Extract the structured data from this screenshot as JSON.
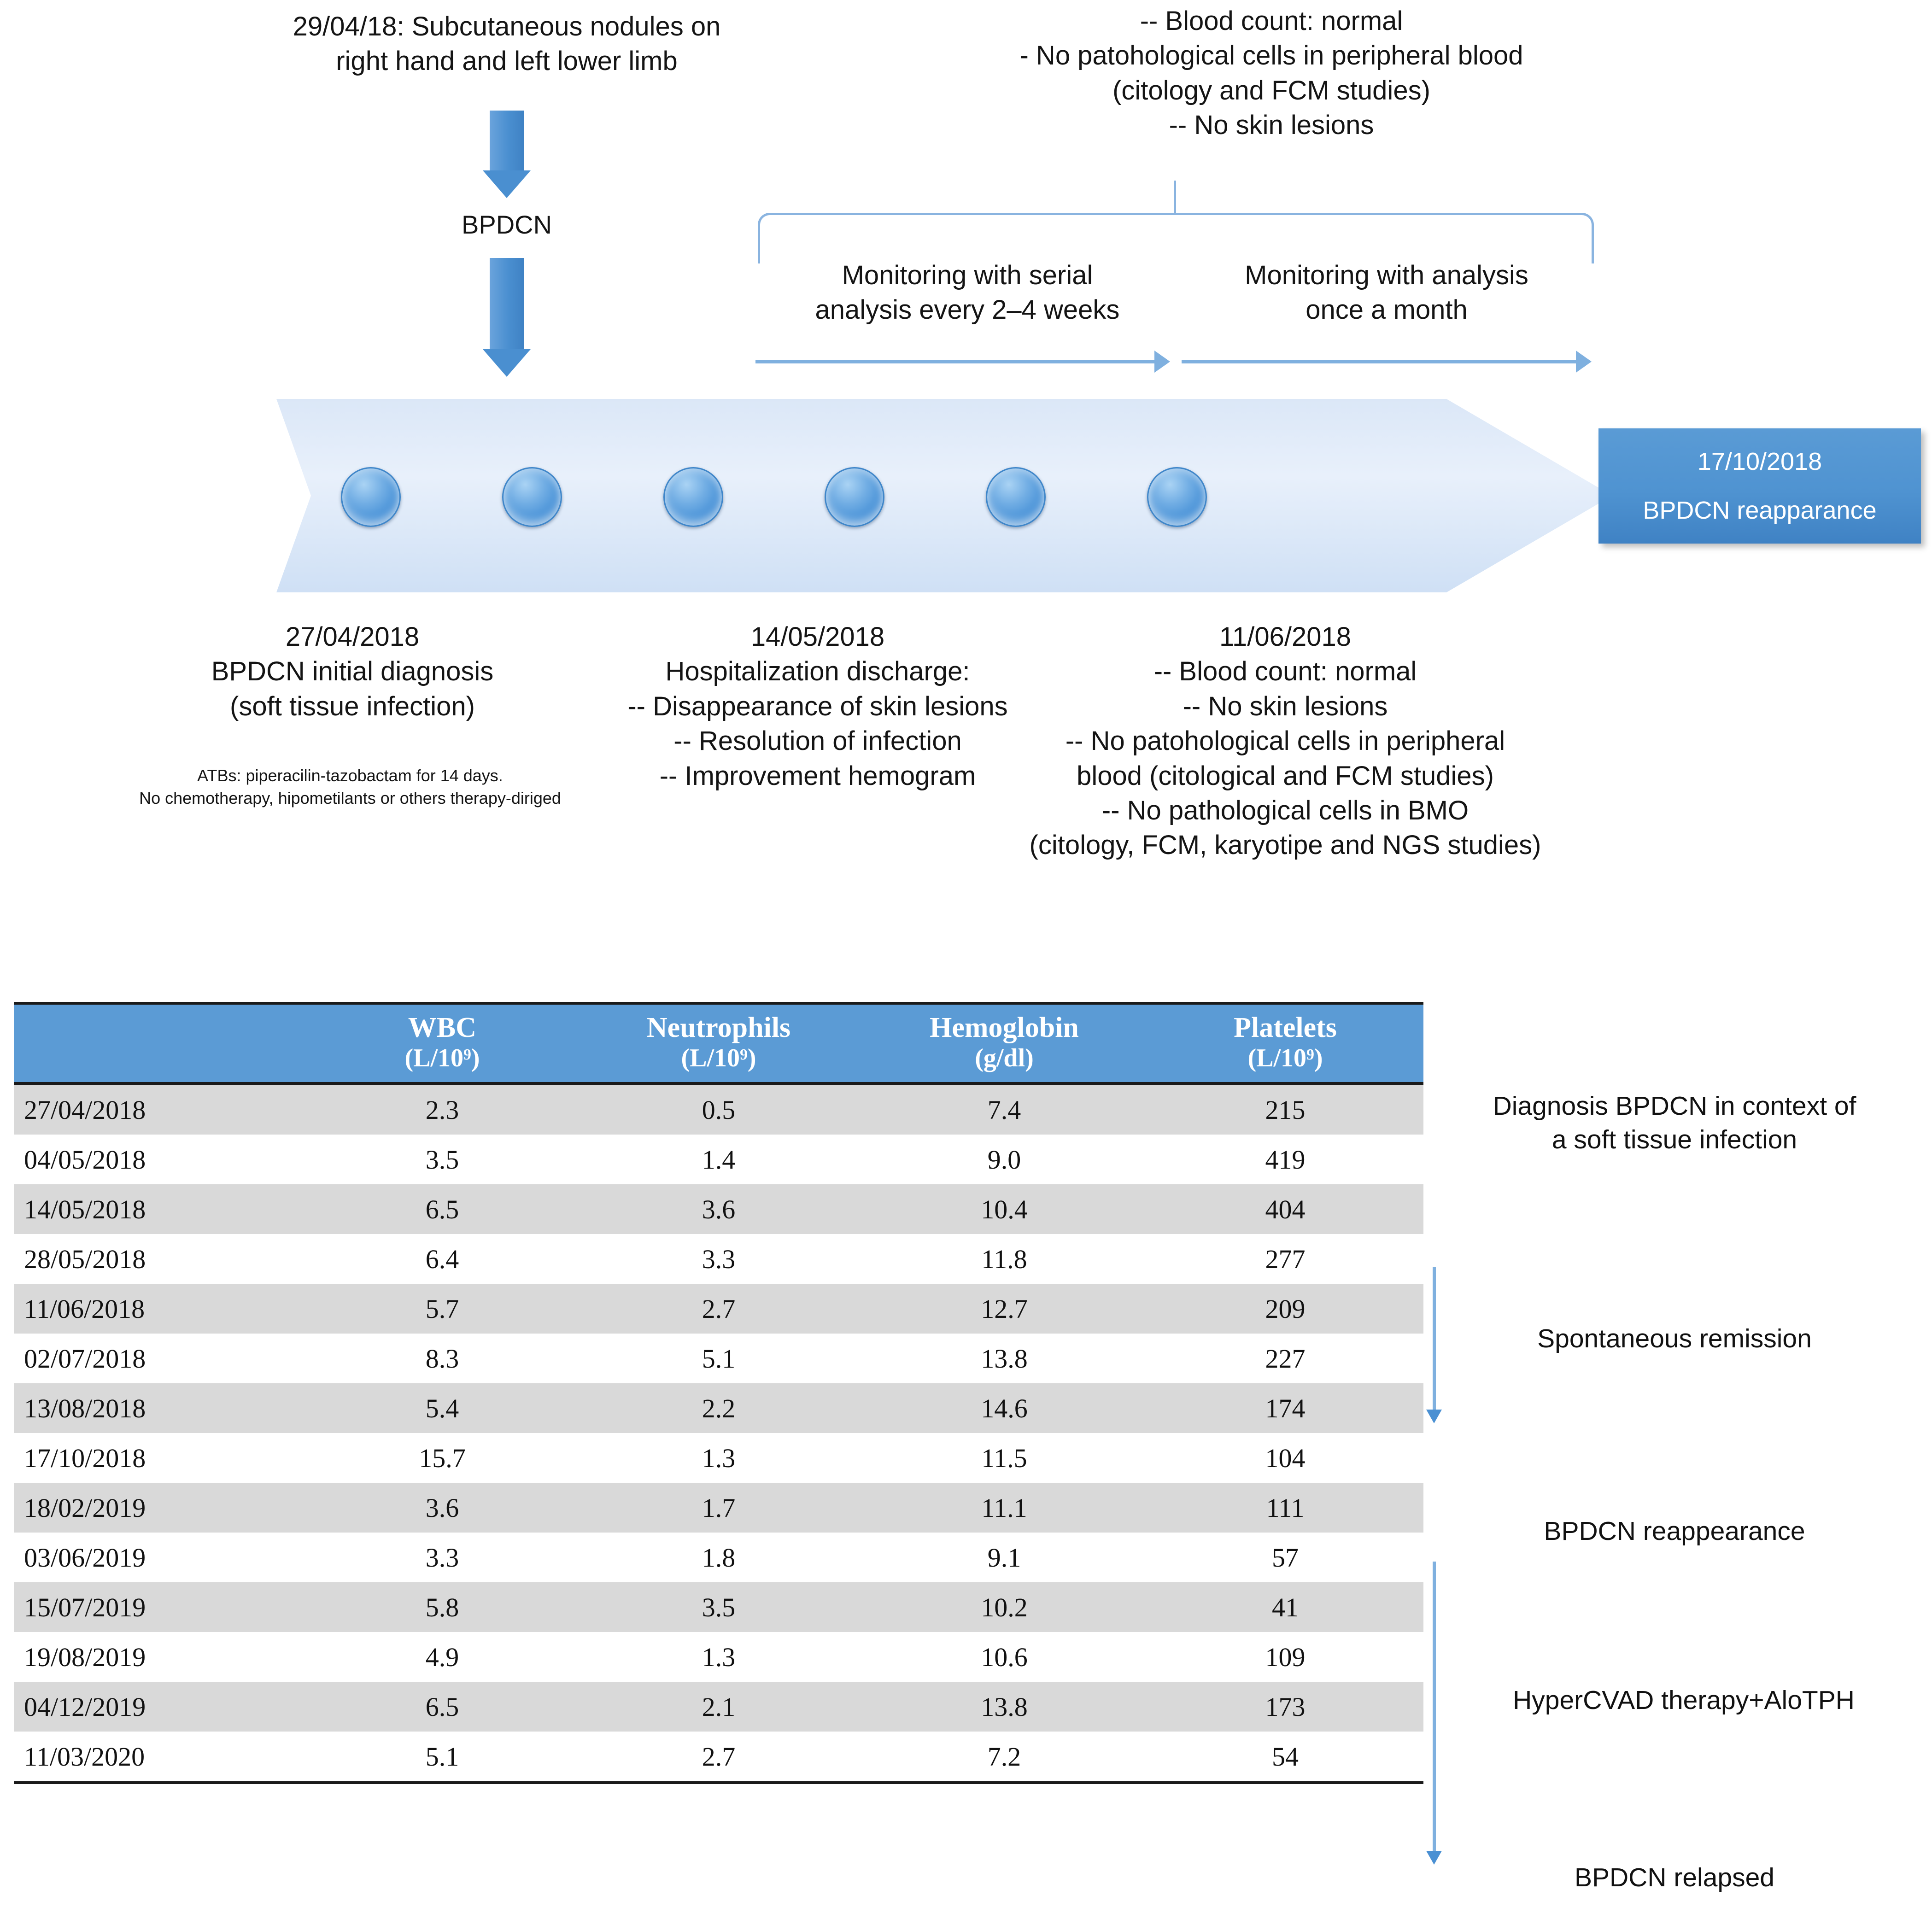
{
  "timeline": {
    "top_left_note": "29/04/18: Subcutaneous nodules on\nright hand and left lower limb",
    "bpdcn_label": "BPDCN",
    "top_right_note": "-- Blood count: normal\n- No patohological cells in peripheral blood\n(citology and FCM studies)\n-- No skin lesions",
    "monitoring_left": "Monitoring with serial\nanalysis every 2–4 weeks",
    "monitoring_right": "Monitoring with analysis\nonce a month",
    "event_box": {
      "date": "17/10/2018",
      "label": "BPDCN reapparance"
    },
    "bottom_left_note": "27/04/2018\nBPDCN initial diagnosis\n(soft tissue infection)",
    "bottom_left_small": "ATBs: piperacilin-tazobactam for 14 days.\nNo chemotherapy, hipometilants or others therapy-diriged",
    "bottom_mid_note": "14/05/2018\nHospitalization discharge:\n-- Disappearance of skin lesions\n-- Resolution of infection\n-- Improvement hemogram",
    "bottom_right_note": "11/06/2018\n-- Blood count: normal\n-- No skin lesions\n-- No patohological cells in peripheral\nblood (citological and FCM studies)\n-- No pathological cells in BMO\n(citology, FCM, karyotipe and NGS studies)",
    "dot_count": 6
  },
  "annotations": {
    "diagnosis": "Diagnosis BPDCN in context of\na soft tissue infection",
    "remission": "Spontaneous remission",
    "reappearance": "BPDCN reappearance",
    "therapy": "HyperCVAD therapy+AloTPH",
    "relapsed": "BPDCN relapsed"
  },
  "colors": {
    "header_blue": "#5b9bd5",
    "row_gray": "#d9d9d9",
    "arrow_blue": "#7fb0df",
    "timeline_fill": "#dbe7f7"
  },
  "chart_data": {
    "type": "table",
    "title": "Blood count evolution",
    "columns": [
      {
        "name": "",
        "unit": ""
      },
      {
        "name": "WBC",
        "unit": "(L/10⁹)"
      },
      {
        "name": "Neutrophils",
        "unit": "(L/10⁹)"
      },
      {
        "name": "Hemoglobin",
        "unit": "(g/dl)"
      },
      {
        "name": "Platelets",
        "unit": "(L/10⁹)"
      }
    ],
    "rows": [
      {
        "date": "27/04/2018",
        "wbc": "2.3",
        "neutrophils": "0.5",
        "hemoglobin": "7.4",
        "platelets": "215"
      },
      {
        "date": "04/05/2018",
        "wbc": "3.5",
        "neutrophils": "1.4",
        "hemoglobin": "9.0",
        "platelets": "419"
      },
      {
        "date": "14/05/2018",
        "wbc": "6.5",
        "neutrophils": "3.6",
        "hemoglobin": "10.4",
        "platelets": "404"
      },
      {
        "date": "28/05/2018",
        "wbc": "6.4",
        "neutrophils": "3.3",
        "hemoglobin": "11.8",
        "platelets": "277"
      },
      {
        "date": "11/06/2018",
        "wbc": "5.7",
        "neutrophils": "2.7",
        "hemoglobin": "12.7",
        "platelets": "209"
      },
      {
        "date": "02/07/2018",
        "wbc": "8.3",
        "neutrophils": "5.1",
        "hemoglobin": "13.8",
        "platelets": "227"
      },
      {
        "date": "13/08/2018",
        "wbc": "5.4",
        "neutrophils": "2.2",
        "hemoglobin": "14.6",
        "platelets": "174"
      },
      {
        "date": "17/10/2018",
        "wbc": "15.7",
        "neutrophils": "1.3",
        "hemoglobin": "11.5",
        "platelets": "104"
      },
      {
        "date": "18/02/2019",
        "wbc": "3.6",
        "neutrophils": "1.7",
        "hemoglobin": "11.1",
        "platelets": "111"
      },
      {
        "date": "03/06/2019",
        "wbc": "3.3",
        "neutrophils": "1.8",
        "hemoglobin": "9.1",
        "platelets": "57"
      },
      {
        "date": "15/07/2019",
        "wbc": "5.8",
        "neutrophils": "3.5",
        "hemoglobin": "10.2",
        "platelets": "41"
      },
      {
        "date": "19/08/2019",
        "wbc": "4.9",
        "neutrophils": "1.3",
        "hemoglobin": "10.6",
        "platelets": "109"
      },
      {
        "date": "04/12/2019",
        "wbc": "6.5",
        "neutrophils": "2.1",
        "hemoglobin": "13.8",
        "platelets": "173"
      },
      {
        "date": "11/03/2020",
        "wbc": "5.1",
        "neutrophils": "2.7",
        "hemoglobin": "7.2",
        "platelets": "54"
      }
    ]
  }
}
